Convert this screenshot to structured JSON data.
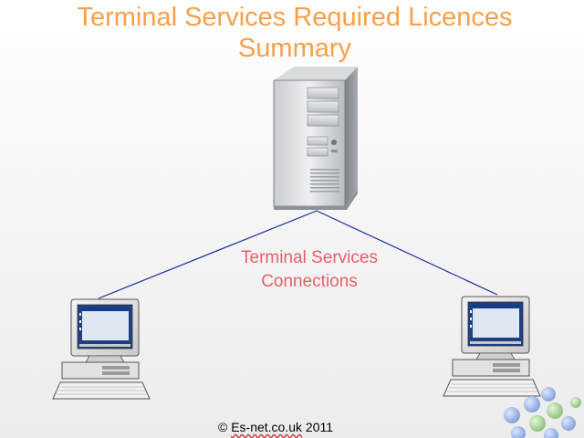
{
  "title": {
    "line1": "Terminal Services Required Licences",
    "line2": "Summary"
  },
  "connection_label": {
    "line1": "Terminal Services",
    "line2": "Connections"
  },
  "footer": {
    "copyright": "© ",
    "domain": "Es-net.co.uk",
    "year": " 2011"
  },
  "colors": {
    "title": "#f7a04a",
    "connection_label": "#e8606c",
    "connection_lines": "#1f2a9e"
  },
  "icons": [
    "server-tower-icon",
    "client-computer-icon",
    "client-computer-icon",
    "decorative-bubbles-icon"
  ]
}
